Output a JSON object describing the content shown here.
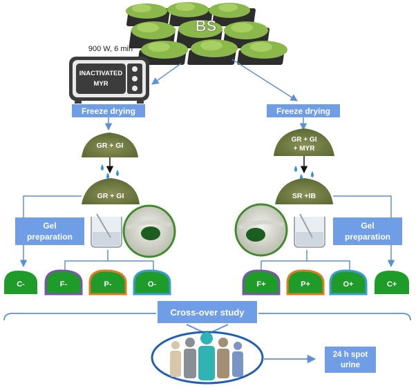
{
  "source_label": "BS",
  "microwave": {
    "setting": "900 W, 6 min",
    "screen_line1": "INACTIVATED",
    "screen_line2": "MYR"
  },
  "freeze_drying_left": "Freeze drying",
  "freeze_drying_right": "Freeze drying",
  "powder_left_top": "GR + GI",
  "powder_left_bottom": "GR + GI",
  "powder_right_top_line1": "GR + GI",
  "powder_right_top_line2": "+ MYR",
  "powder_right_bottom": "SR +IB",
  "gel_prep_left_line1": "Gel",
  "gel_prep_left_line2": "preparation",
  "gel_prep_right_line1": "Gel",
  "gel_prep_right_line2": "preparation",
  "gels_left": [
    "C-",
    "F-",
    "P-",
    "O-"
  ],
  "gels_right": [
    "F+",
    "P+",
    "O+",
    "C+"
  ],
  "crossover_label": "Cross-over study",
  "urine_line1": "24 h spot",
  "urine_line2": "urine",
  "colors": {
    "box_fill": "#6f9de6",
    "arrow": "#5b8fd8",
    "gel_green": "#1f9b2a",
    "gel_border_purple": "#7d55a8",
    "gel_border_orange": "#e07a1e",
    "gel_border_blue": "#3f9bd4",
    "person_teal": "#30b3b3",
    "person_tan": "#a39074",
    "person_grey": "#8a8f96",
    "person_blue": "#7b94c6"
  }
}
